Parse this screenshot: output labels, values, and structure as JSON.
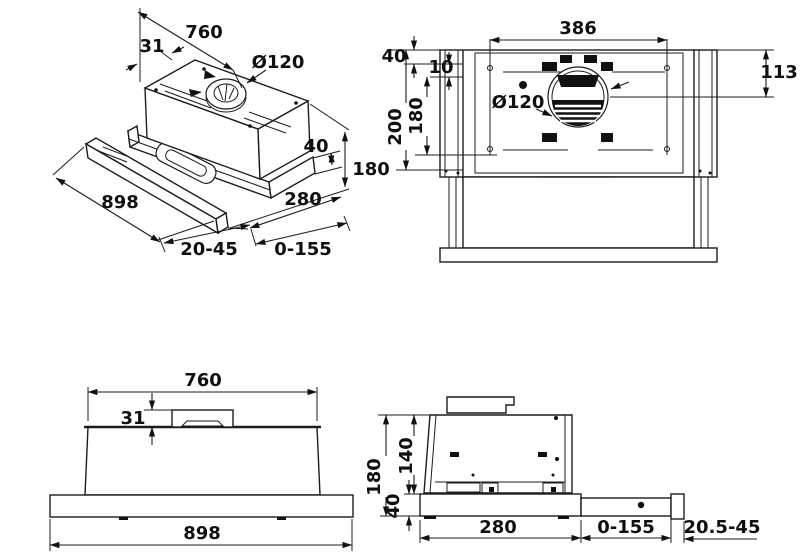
{
  "drawing": {
    "background": "#ffffff",
    "line_color": "#1c1c1c",
    "description": "technical-dimension-drawing-telescopic-range-hood",
    "views": {
      "isometric": {
        "dims": {
          "top_width": "760",
          "collar_offset": "31",
          "duct_diameter": "Ø120",
          "base_height": "40",
          "total_height": "180",
          "visor_width": "898",
          "depth": "280",
          "front_adjust": "20-45",
          "telescopic_extension": "0-155"
        }
      },
      "top": {
        "dims": {
          "mounting_width": "386",
          "top_offset": "40",
          "inner_offset": "10",
          "duct_center_offset": "113",
          "duct_diameter": "Ø120",
          "inner_depth": "180",
          "mounting_depth": "200"
        }
      },
      "front": {
        "dims": {
          "body_width": "760",
          "collar_height": "31",
          "visor_width": "898"
        }
      },
      "side": {
        "dims": {
          "total_height": "180",
          "body_height": "140",
          "visor_height": "40",
          "body_depth": "280",
          "telescopic_extension": "0-155",
          "visor_adjust": "20.5-45"
        }
      }
    }
  }
}
